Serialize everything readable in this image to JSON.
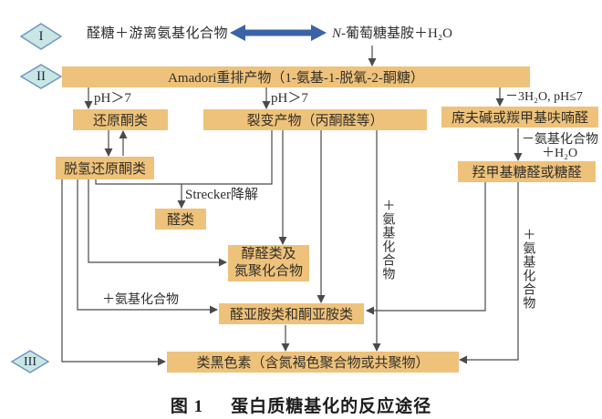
{
  "palette": {
    "box_bg": "#eec27a",
    "box_text": "#332f28",
    "line_color": "#4a4a4a",
    "diamond_fill": "#c9e5e4",
    "diamond_border": "#6e94c1",
    "blue_arrow": "#3a63a8"
  },
  "stages": [
    {
      "numeral": "I"
    },
    {
      "numeral": "II"
    },
    {
      "numeral": "III"
    }
  ],
  "top_row": {
    "left_compound": "醛糖＋游离氨基化合物",
    "right_prefix_italic": "N",
    "right_compound": "-葡萄糖基胺＋H₂O"
  },
  "boxes": {
    "amadori": "Amadori重排产物（1-氨基-1-脱氧-2-酮糖）",
    "reductones": "还原酮类",
    "fission": "裂变产物（丙酮醛等）",
    "schiff": "席夫碱或羰甲基呋喃醛",
    "dehydro_reductones": "脱氢还原酮类",
    "aldehydes": "醛类",
    "aldol_line1": "醇醛类及",
    "aldol_line2": "氮聚化合物",
    "hmf": "羟甲基糖醛或糖醛",
    "imines": "醛亚胺类和酮亚胺类",
    "melanoidins": "类黑色素（含氮褐色聚合物或共聚物）"
  },
  "labels": {
    "ph_left": "pH＞7",
    "ph_mid": "pH＞7",
    "dehydration": "－3H₂O, pH≤7",
    "minus_amino": "－氨基化合物",
    "plus_water": "＋H₂O",
    "strecker": "Strecker降解",
    "plus_amino_left": "＋氨基化合物",
    "plus_amino_vert_a": "＋氨基化合物",
    "plus_amino_vert_b": "＋氨基化合物"
  },
  "caption": {
    "fig_no": "图 1",
    "title": "蛋白质糖基化的反应途径"
  }
}
